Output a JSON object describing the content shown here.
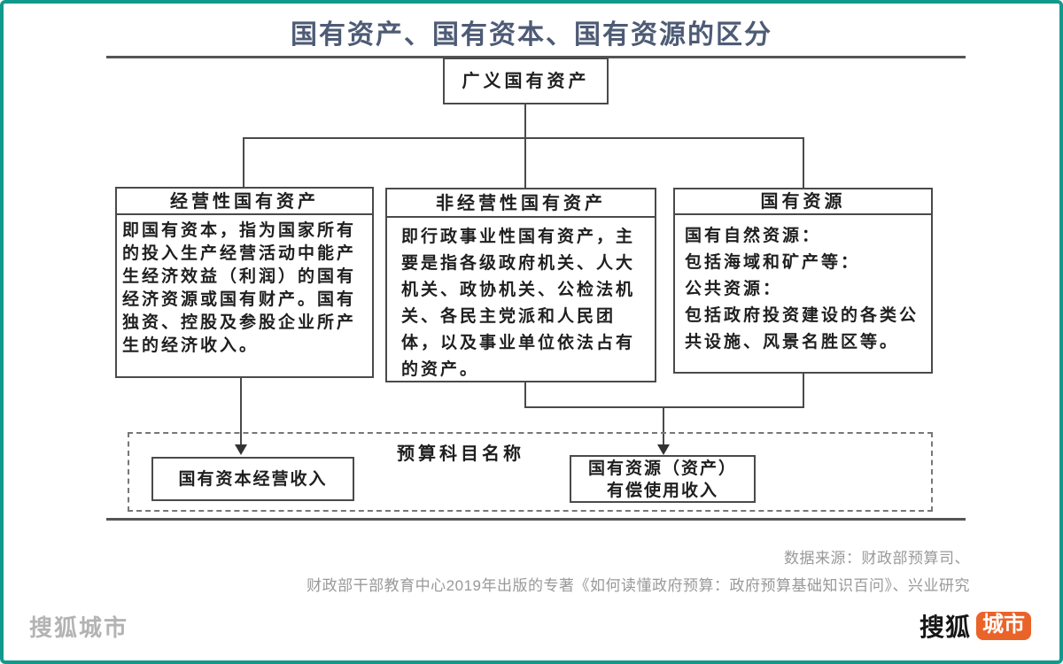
{
  "frame": {
    "border_color": "#12998e"
  },
  "title": "国有资产、国有资本、国有资源的区分",
  "diagram": {
    "root": {
      "label": "广义国有资产"
    },
    "boxes": [
      {
        "title": "经营性国有资产",
        "body": "即国有资本，指为国家所有的投入生产经营活动中能产生经济效益（利润）的国有经济资源或国有财产。国有独资、控股及参股企业所产生的经济收入。"
      },
      {
        "title": "非经营性国有资产",
        "body": "即行政事业性国有资产，主要是指各级政府机关、人大机关、政协机关、公检法机关、各民主党派和人民团体，以及事业单位依法占有的资产。"
      },
      {
        "title": "国有资源",
        "sections": [
          {
            "heading": "国有自然资源：",
            "text": "包括海域和矿产等："
          },
          {
            "heading": "公共资源：",
            "text": "包括政府投资建设的各类公共设施、风景名胜区等。"
          }
        ]
      }
    ],
    "budget": {
      "label": "预算科目名称",
      "items": [
        {
          "lines": [
            "国有资本经营收入"
          ]
        },
        {
          "lines": [
            "国有资源（资产）",
            "有偿使用收入"
          ]
        }
      ]
    }
  },
  "footer": {
    "source_line1": "数据来源：财政部预算司、",
    "source_line2": "财政部干部教育中心2019年出版的专著《如何读懂政府预算：政府预算基础知识百问》、兴业研究",
    "watermark": "搜狐城市",
    "logo": {
      "brand": "搜狐",
      "badge": "城市",
      "badge_color": "#ea6329"
    }
  }
}
